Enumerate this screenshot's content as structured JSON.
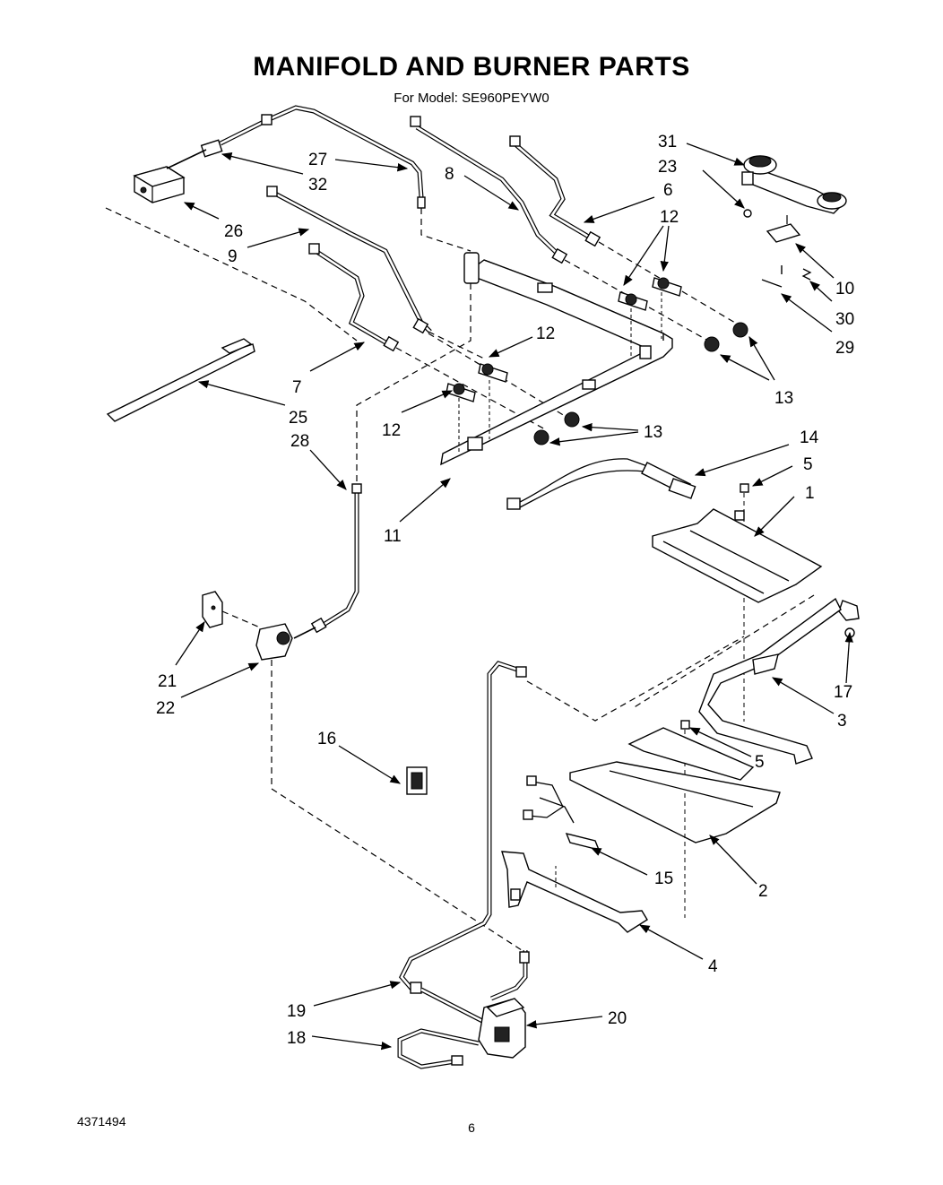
{
  "header": {
    "title": "MANIFOLD AND BURNER PARTS",
    "subtitle": "For Model: SE960PEYW0"
  },
  "footer": {
    "doc_number": "4371494",
    "page_number": "6"
  },
  "callouts": {
    "c31": "31",
    "c23": "23",
    "c6": "6",
    "c12a": "12",
    "c10": "10",
    "c30": "30",
    "c29": "29",
    "c13a": "13",
    "c27": "27",
    "c32": "32",
    "c8": "8",
    "c26": "26",
    "c9": "9",
    "c12b": "12",
    "c7": "7",
    "c12c": "12",
    "c13b": "13",
    "c25": "25",
    "c28": "28",
    "c11": "11",
    "c14": "14",
    "c5a": "5",
    "c1": "1",
    "c17": "17",
    "c3": "3",
    "c21": "21",
    "c22": "22",
    "c16": "16",
    "c5b": "5",
    "c15": "15",
    "c2": "2",
    "c4": "4",
    "c19": "19",
    "c20": "20",
    "c18": "18"
  }
}
